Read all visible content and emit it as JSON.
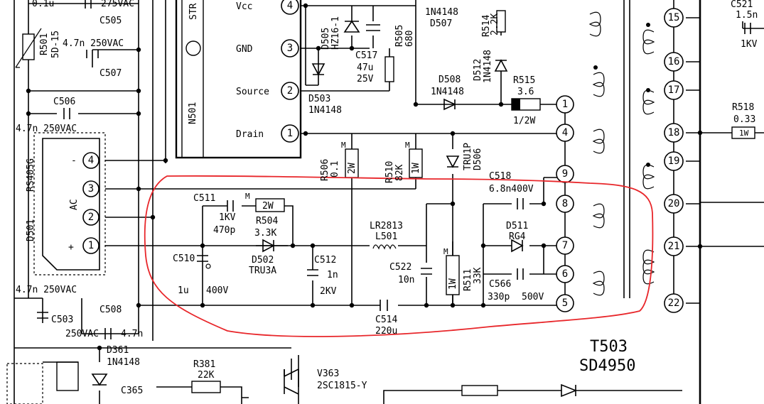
{
  "labels": {
    "c_top_val": "0.1u",
    "c_top_volt": "275VAC",
    "c505": "C505",
    "r501": "R501",
    "r501_type": "5D-15",
    "c507_val": "4.7n 250VAC",
    "c507": "C507",
    "c506": "C506",
    "c506_val": "4.7n 250VAC",
    "rs405g": "RS405G",
    "d501": "D501",
    "ac": "AC",
    "minus": "-",
    "plus": "+",
    "c503_val": "4.7n 250VAC",
    "c503": "C503",
    "c508": "C508",
    "c503_volt": "250VAC",
    "c508_val": "4.7n",
    "d361": "D361",
    "d361_type": "1N4148",
    "c365": "C365",
    "r381": "R381",
    "r381_val": "22K",
    "v363": "V363",
    "v363_type": "2SC1815-Y",
    "str": "STR",
    "n501": "N501",
    "vcc": "Vcc",
    "gnd": "GND",
    "source": "Source",
    "drain": "Drain",
    "d505": "D505",
    "d505_type": "HZ16-1",
    "c517": "C517",
    "c517_cap": "47u",
    "c517_volt": "25V",
    "r505": "R505",
    "r505_val": "680",
    "d503": "D503",
    "d503_type": "1N4148",
    "d507_type": "1N4148",
    "d507": "D507",
    "r514": "R514",
    "r514_val": "2.2K",
    "d512": "D512",
    "d512_type": "1N4148",
    "d508": "D508",
    "d508_type": "1N4148",
    "r515": "R515",
    "r515_val": "3.6",
    "r515_pwr": "1/2W",
    "r506": "R506",
    "r506_val": "0.1",
    "r506_pwr": "2W",
    "r510": "R510",
    "r510_val": "82K",
    "r510_pwr": "1W",
    "m": "M",
    "d506_type": "TRU1P",
    "d506": "D506",
    "c518": "C518",
    "c518_val": "6.8n400V",
    "c511": "C511",
    "c511_volt": "1KV",
    "c511_val": "470p",
    "r504_pwr": "2W",
    "r504": "R504",
    "r504_val": "3.3K",
    "d502": "D502",
    "d502_type": "TRU3A",
    "c510": "C510",
    "c510_val": "1u",
    "c510_volt": "400V",
    "c512": "C512",
    "c512_val": "1n",
    "c512_volt": "2KV",
    "l501_type": "LR2813",
    "l501": "L501",
    "c522": "C522",
    "c522_val": "10n",
    "r511": "R511",
    "r511_val": "33K",
    "r511_pwr": "1W",
    "d511": "D511",
    "d511_type": "RG4",
    "c566": "C566",
    "c566_val": "330p",
    "c566_volt": "500V",
    "c514": "C514",
    "c514_val": "220u",
    "t503": "T503",
    "t503_type": "SD4950",
    "c521": "C521",
    "c521_val": "1.5n",
    "c521_volt": "1KV",
    "r518": "R518",
    "r518_val": "0.33",
    "r518_pwr": "1W"
  },
  "pins": {
    "n501_vcc": "4",
    "n501_gnd": "3",
    "n501_source": "2",
    "n501_drain": "1",
    "d501_4": "4",
    "d501_3": "3",
    "d501_2": "2",
    "d501_1": "1",
    "t_1": "1",
    "t_4": "4",
    "t_9": "9",
    "t_8": "8",
    "t_7": "7",
    "t_6": "6",
    "t_5": "5",
    "t_15": "15",
    "t_16": "16",
    "t_17": "17",
    "t_18": "18",
    "t_19": "19",
    "t_20": "20",
    "t_21": "21",
    "t_22": "22"
  },
  "colors": {
    "wire": "#000000",
    "highlight": "#e8262a",
    "background": "#ffffff"
  }
}
